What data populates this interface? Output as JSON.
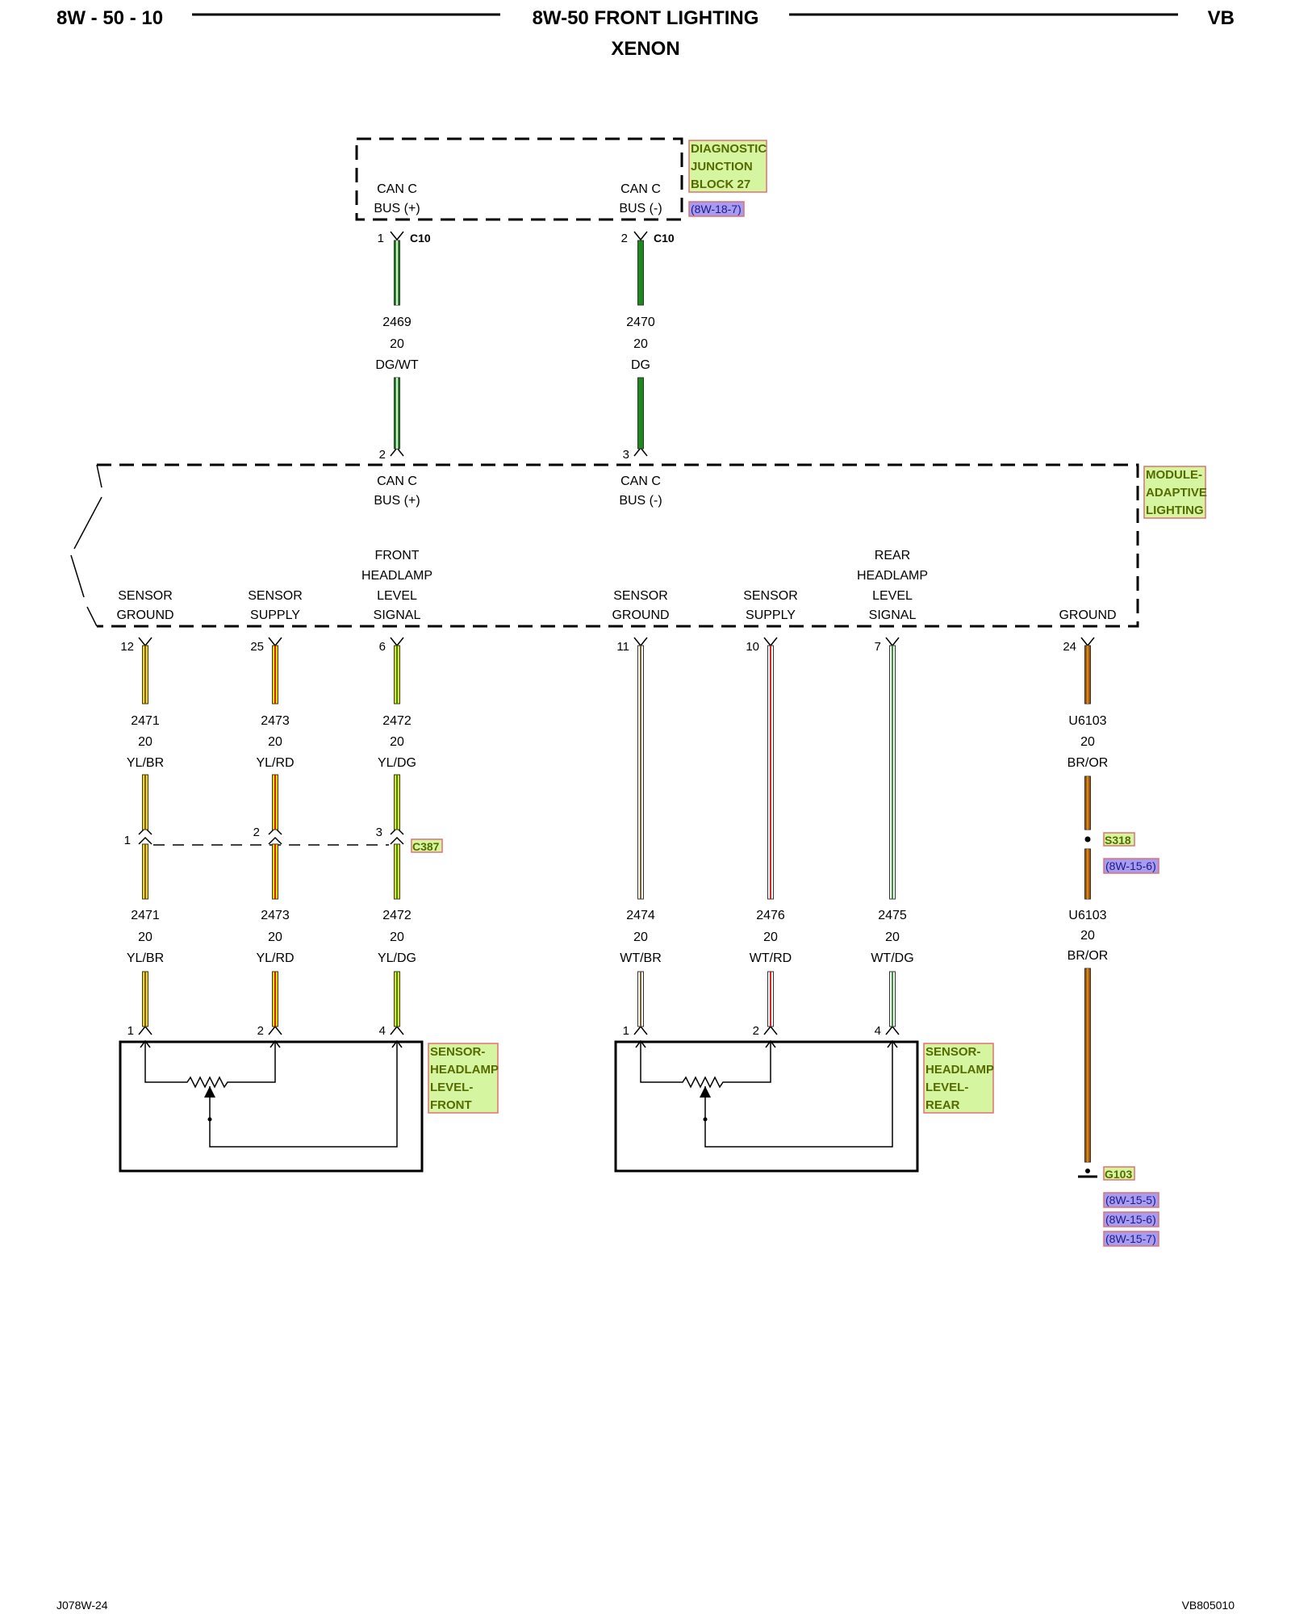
{
  "header": {
    "page_number": "8W - 50 - 10",
    "title": "8W-50 FRONT LIGHTING",
    "subtitle": "XENON",
    "vehicle_code": "VB"
  },
  "footer": {
    "left_code": "J078W-24",
    "right_code": "VB805010"
  },
  "diagnostic_block": {
    "tag_lines": [
      "DIAGNOSTIC",
      "JUNCTION",
      "BLOCK 27"
    ],
    "ref": "(8W-18-7)",
    "connector": "C10",
    "pins": [
      {
        "pin": "1",
        "label": [
          "CAN C",
          "BUS (+)"
        ]
      },
      {
        "pin": "2",
        "label": [
          "CAN C",
          "BUS (-)"
        ]
      }
    ]
  },
  "can_wires": [
    {
      "circuit": "2469",
      "gauge": "20",
      "color_code": "DG/WT",
      "base": "#1a8a1a",
      "stripe": "#ffffff",
      "module_pin": "2"
    },
    {
      "circuit": "2470",
      "gauge": "20",
      "color_code": "DG",
      "base": "#1a8a1a",
      "stripe": "",
      "module_pin": "3"
    }
  ],
  "module": {
    "tag_lines": [
      "MODULE-",
      "ADAPTIVE",
      "LIGHTING"
    ],
    "can_labels": [
      [
        "CAN C",
        "BUS (+)"
      ],
      [
        "CAN C",
        "BUS (-)"
      ]
    ],
    "pins": [
      {
        "pin": "12",
        "label": [
          "SENSOR",
          "GROUND"
        ]
      },
      {
        "pin": "25",
        "label": [
          "SENSOR",
          "SUPPLY"
        ]
      },
      {
        "pin": "6",
        "label": [
          "FRONT",
          "HEADLAMP",
          "LEVEL",
          "SIGNAL"
        ]
      },
      {
        "pin": "11",
        "label": [
          "SENSOR",
          "GROUND"
        ]
      },
      {
        "pin": "10",
        "label": [
          "SENSOR",
          "SUPPLY"
        ]
      },
      {
        "pin": "7",
        "label": [
          "REAR",
          "HEADLAMP",
          "LEVEL",
          "SIGNAL"
        ]
      },
      {
        "pin": "24",
        "label": [
          "GROUND"
        ]
      }
    ]
  },
  "wires_upper": [
    {
      "circuit": "2471",
      "gauge": "20",
      "color_code": "YL/BR",
      "base": "#f0e000",
      "stripe": "#7a4a10"
    },
    {
      "circuit": "2473",
      "gauge": "20",
      "color_code": "YL/RD",
      "base": "#f0e000",
      "stripe": "#d01010"
    },
    {
      "circuit": "2472",
      "gauge": "20",
      "color_code": "YL/DG",
      "base": "#f0e000",
      "stripe": "#1a8a1a"
    },
    {
      "circuit": "U6103",
      "gauge": "20",
      "color_code": "BR/OR",
      "base": "#a05a10",
      "stripe": "#e08a10"
    }
  ],
  "inline_connector": {
    "name": "C387",
    "pins": [
      "1",
      "2",
      "3"
    ]
  },
  "wires_lower": [
    {
      "circuit": "2471",
      "gauge": "20",
      "color_code": "YL/BR",
      "base": "#f0e000",
      "stripe": "#7a4a10"
    },
    {
      "circuit": "2473",
      "gauge": "20",
      "color_code": "YL/RD",
      "base": "#f0e000",
      "stripe": "#d01010"
    },
    {
      "circuit": "2472",
      "gauge": "20",
      "color_code": "YL/DG",
      "base": "#f0e000",
      "stripe": "#1a8a1a"
    },
    {
      "circuit": "2474",
      "gauge": "20",
      "color_code": "WT/BR",
      "base": "#ffffff",
      "stripe": "#7a4a10"
    },
    {
      "circuit": "2476",
      "gauge": "20",
      "color_code": "WT/RD",
      "base": "#ffffff",
      "stripe": "#d01010"
    },
    {
      "circuit": "2475",
      "gauge": "20",
      "color_code": "WT/DG",
      "base": "#ffffff",
      "stripe": "#1a8a1a"
    },
    {
      "circuit": "U6103",
      "gauge": "20",
      "color_code": "BR/OR",
      "base": "#a05a10",
      "stripe": "#e08a10"
    }
  ],
  "splice": {
    "name": "S318",
    "ref": "(8W-15-6)"
  },
  "ground": {
    "name": "G103",
    "refs": [
      "(8W-15-5)",
      "(8W-15-6)",
      "(8W-15-7)"
    ]
  },
  "sensor_front": {
    "tag_lines": [
      "SENSOR-",
      "HEADLAMP",
      "LEVEL-",
      "FRONT"
    ],
    "pins": [
      "1",
      "2",
      "4"
    ]
  },
  "sensor_rear": {
    "tag_lines": [
      "SENSOR-",
      "HEADLAMP",
      "LEVEL-",
      "REAR"
    ],
    "pins": [
      "1",
      "2",
      "4"
    ]
  },
  "colors": {
    "tag_fill": "#d6f5a0",
    "tag_border": "#e07070",
    "ref_fill": "#a89cf0",
    "ref_border": "#e07070"
  }
}
